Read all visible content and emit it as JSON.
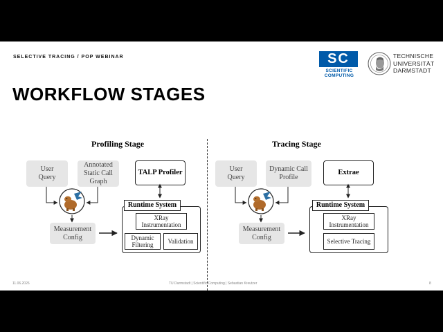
{
  "header": {
    "kicker": "SELECTIVE TRACING / POP WEBINAR",
    "title": "WORKFLOW STAGES"
  },
  "logos": {
    "sc_letters": "SC",
    "sc_line1": "SCIENTIFIC",
    "sc_line2": "COMPUTING",
    "tu_line1": "TECHNISCHE",
    "tu_line2": "UNIVERSITÄT",
    "tu_line3": "DARMSTADT"
  },
  "profiling": {
    "title": "Profiling Stage",
    "user_query": "User Query",
    "input2": "Annotated Static Call Graph",
    "profiler": "TALP Profiler",
    "measurement_config": "Measurement Config",
    "runtime_system": "Runtime System",
    "xray": "XRay Instrumentation",
    "dynamic_filtering": "Dynamic Filtering",
    "validation": "Validation"
  },
  "tracing": {
    "title": "Tracing Stage",
    "user_query": "User Query",
    "input2": "Dynamic Call Profile",
    "tracer": "Extrae",
    "measurement_config": "Measurement Config",
    "runtime_system": "Runtime System",
    "xray": "XRay Instrumentation",
    "selective_tracing": "Selective Tracing"
  },
  "footer": {
    "date": "11.06.2026",
    "center": "TU Darmstadt | Scientific Computing | Sebastian Kreutzer",
    "page": "8"
  },
  "icons": [
    "capybara-dragon-mascot-icon",
    "technische-universitat-seal-icon"
  ],
  "colors": {
    "sc_blue": "#005aa9",
    "gray_box": "#e6e6e6",
    "page_bg": "#ffffff",
    "letterbox": "#000000"
  }
}
